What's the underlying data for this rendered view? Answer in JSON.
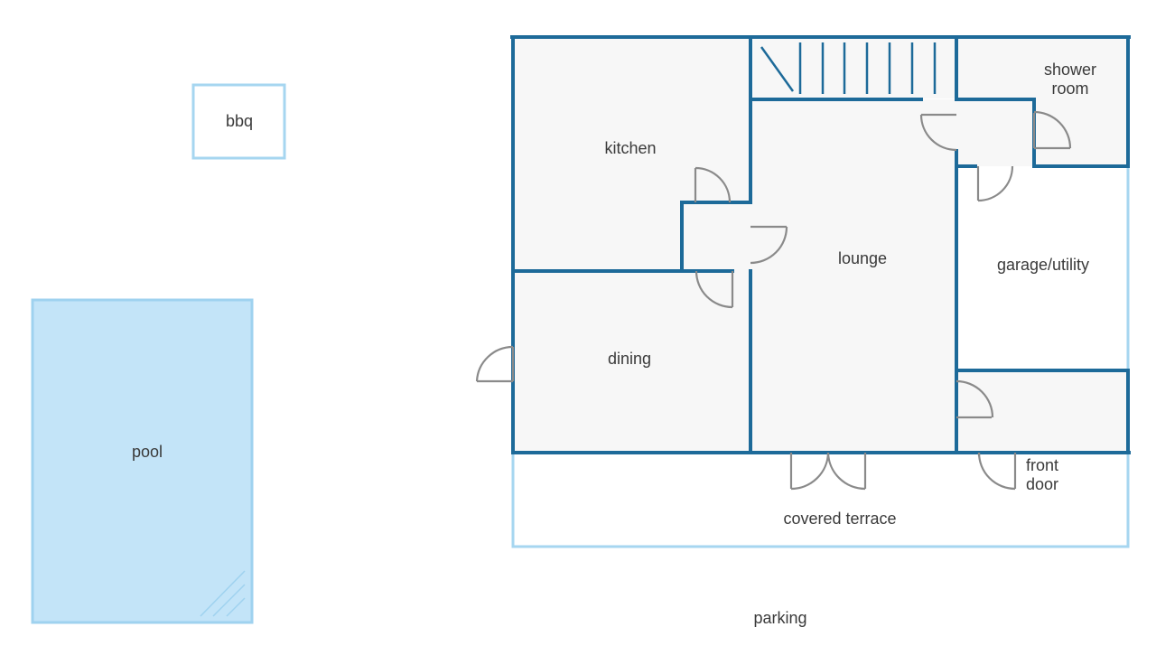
{
  "labels": {
    "bbq": "bbq",
    "pool": "pool",
    "kitchen": "kitchen",
    "dining": "dining",
    "lounge": "lounge",
    "shower_line1": "shower",
    "shower_line2": "room",
    "garage": "garage/utility",
    "front_line1": "front",
    "front_line2": "door",
    "terrace": "covered terrace",
    "parking": "parking"
  },
  "colors": {
    "wall": "#1d6a99",
    "outline": "#a6d6f0",
    "pool": "#c3e4f8",
    "room_fill": "#f7f7f7",
    "door": "#8a8a8a"
  }
}
